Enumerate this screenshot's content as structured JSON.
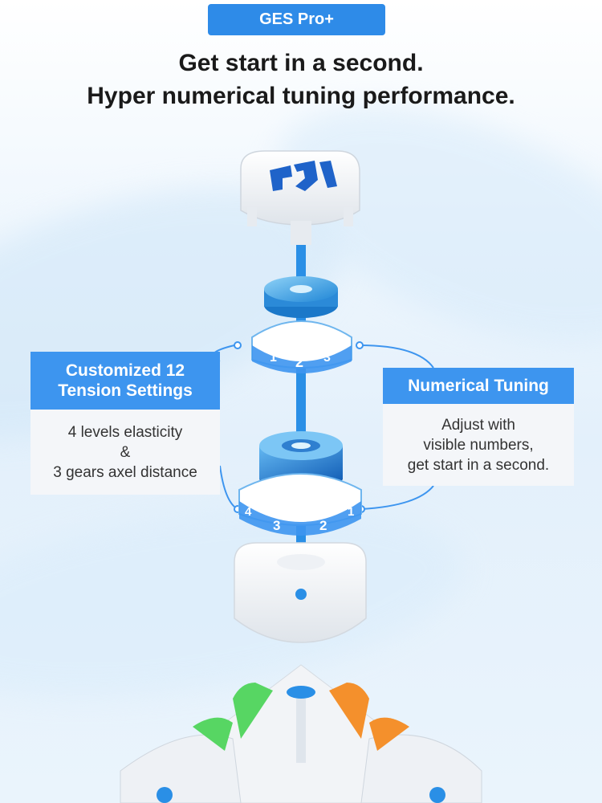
{
  "badge": {
    "label": "GES Pro+"
  },
  "headline": {
    "line1": "Get start in a second.",
    "line2": "Hyper numerical tuning performance."
  },
  "left_callout": {
    "title_line1": "Customized 12",
    "title_line2": "Tension Settings",
    "body_line1": "4 levels elasticity",
    "body_line2": "&",
    "body_line3": "3 gears axel distance"
  },
  "right_callout": {
    "title": "Numerical Tuning",
    "body_line1": "Adjust with",
    "body_line2": "visible numbers,",
    "body_line3": "get start in a second."
  },
  "upper_ring": {
    "numbers": [
      "1",
      "2",
      "3"
    ]
  },
  "lower_ring": {
    "numbers": [
      "4",
      "3",
      "2",
      "1"
    ]
  },
  "cap_logo": {
    "icon": "gan-logo-icon"
  },
  "colors": {
    "accent": "#2e8be8",
    "callout_head": "#3d95ef",
    "callout_body": "#f4f6f9",
    "text_dark": "#1a1a1a"
  }
}
